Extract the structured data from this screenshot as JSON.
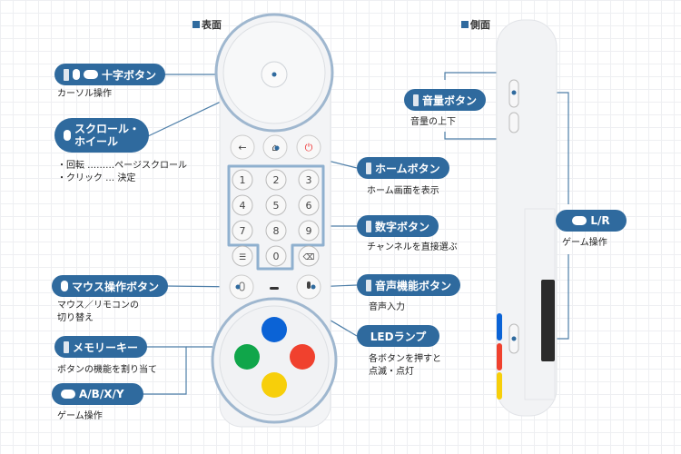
{
  "headers": {
    "front": "表面",
    "side": "側面"
  },
  "front_keys": {
    "back": "←",
    "home": "⌂",
    "power": "⏻",
    "digits": [
      "1",
      "2",
      "3",
      "4",
      "5",
      "6",
      "7",
      "8",
      "9",
      "0"
    ],
    "list": "☰",
    "delete": "⌫"
  },
  "callouts": [
    {
      "id": "dpad",
      "label": "十字ボタン",
      "icons": [
        "remote-icon",
        "mouse-icon",
        "gamepad-icon"
      ],
      "desc": [
        "カーソル操作"
      ]
    },
    {
      "id": "scroll",
      "label": [
        "スクロール・",
        "ホイール"
      ],
      "icons": [
        "mouse-icon"
      ],
      "desc": [
        "・回転 ………ページスクロール",
        "・クリック … 決定"
      ]
    },
    {
      "id": "mouse",
      "label": "マウス操作ボタン",
      "icons": [
        "mouse-icon"
      ],
      "desc": [
        "マウス／リモコンの",
        "切り替え"
      ]
    },
    {
      "id": "memory",
      "label": "メモリーキー",
      "icons": [
        "remote-icon"
      ],
      "desc": [
        "ボタンの機能を割り当て"
      ]
    },
    {
      "id": "abxy",
      "label": "A/B/X/Y",
      "icons": [
        "gamepad-icon"
      ],
      "desc": [
        "ゲーム操作"
      ]
    },
    {
      "id": "volume",
      "label": "音量ボタン",
      "icons": [
        "remote-icon"
      ],
      "desc": [
        "音量の上下"
      ]
    },
    {
      "id": "home",
      "label": "ホームボタン",
      "icons": [
        "remote-icon"
      ],
      "desc": [
        "ホーム画面を表示"
      ]
    },
    {
      "id": "number",
      "label": "数字ボタン",
      "icons": [
        "remote-icon"
      ],
      "desc": [
        "チャンネルを直接選ぶ"
      ]
    },
    {
      "id": "voice",
      "label": "音声機能ボタン",
      "icons": [
        "remote-icon"
      ],
      "desc": [
        "音声入力"
      ]
    },
    {
      "id": "led",
      "label": "LEDランプ",
      "icons": [],
      "desc": [
        "各ボタンを押すと",
        "点滅・点灯"
      ]
    },
    {
      "id": "lr",
      "label": "L/R",
      "icons": [
        "gamepad-icon"
      ],
      "desc": [
        "ゲーム操作"
      ]
    }
  ],
  "colors": {
    "accent": "#2f6a9e",
    "blue": "#0b63d6",
    "green": "#10a64a",
    "red": "#f0412e",
    "yellow": "#f7cf0a"
  }
}
